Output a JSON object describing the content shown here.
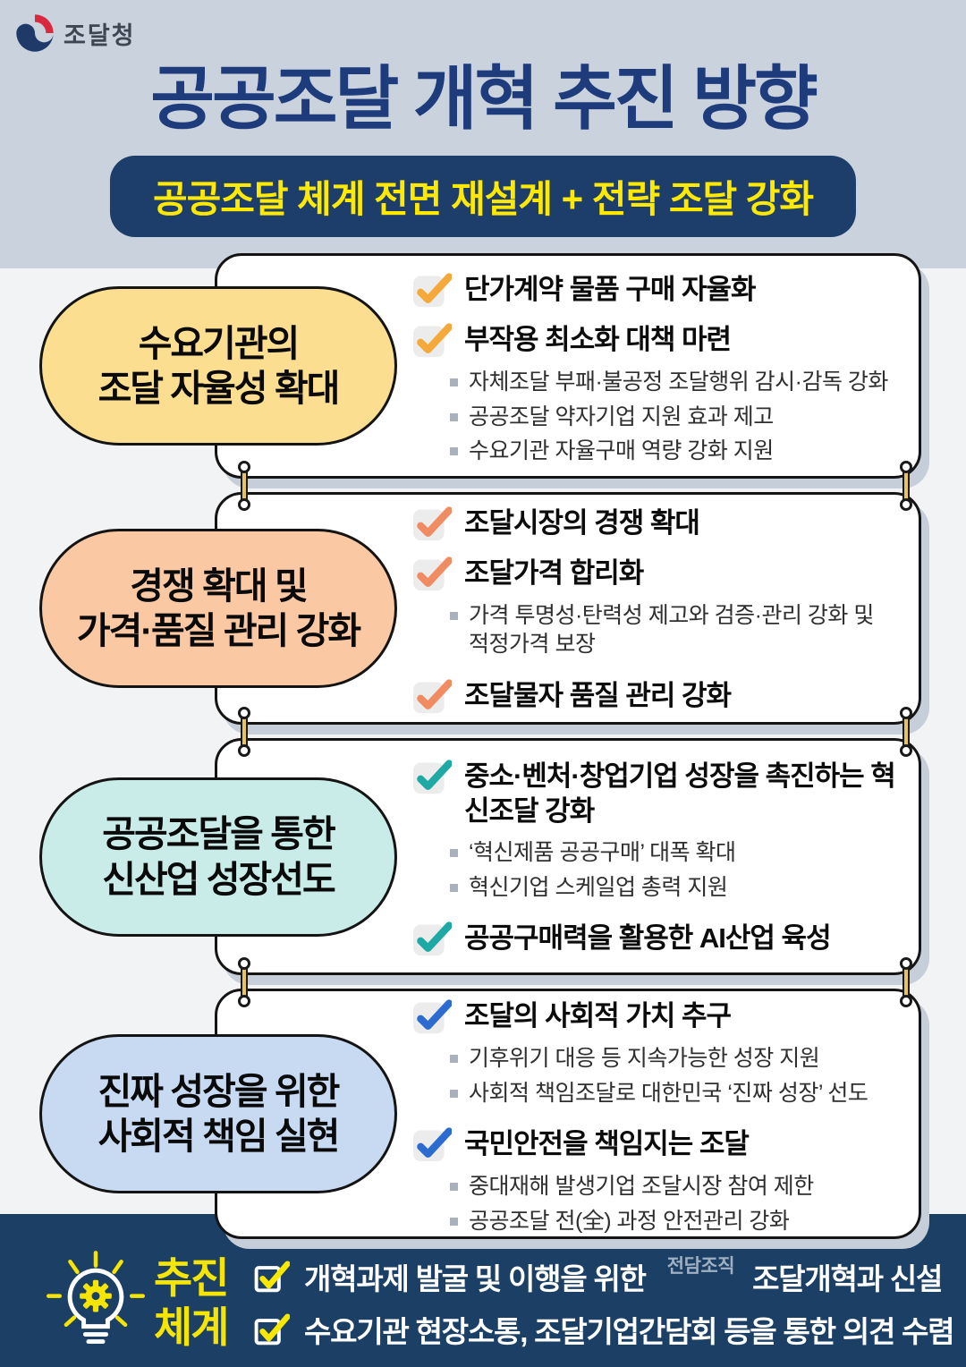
{
  "header": {
    "logo_text": "조달청",
    "title": "공공조달 개혁 추진 방향",
    "badge": "공공조달 체계 전면 재설계 + 전략 조달 강화"
  },
  "sections": [
    {
      "id": "autonomy",
      "label_lines": [
        "수요기관의",
        "조달 자율성 확대"
      ],
      "pill_color": "#FBDE8F",
      "check_color": "#F5A93B",
      "items": [
        {
          "type": "check",
          "text": "단가계약 물품 구매 자율화"
        },
        {
          "type": "check",
          "text": "부작용 최소화 대책 마련"
        },
        {
          "type": "bullet",
          "text": "자체조달 부패·불공정 조달행위 감시·감독 강화"
        },
        {
          "type": "bullet",
          "text": "공공조달 약자기업 지원 효과 제고"
        },
        {
          "type": "bullet",
          "text": "수요기관 자율구매 역량 강화 지원"
        }
      ]
    },
    {
      "id": "competition",
      "label_lines": [
        "경쟁 확대 및",
        "가격·품질 관리 강화"
      ],
      "pill_color": "#FAC9A4",
      "check_color": "#F08B62",
      "items": [
        {
          "type": "check",
          "text": "조달시장의 경쟁 확대"
        },
        {
          "type": "check",
          "text": "조달가격 합리화"
        },
        {
          "type": "bullet",
          "text": "가격 투명성·탄력성 제고와 검증·관리 강화 및 적정가격 보장"
        },
        {
          "type": "check",
          "text": "조달물자 품질 관리 강화"
        }
      ]
    },
    {
      "id": "new-industry",
      "label_lines": [
        "공공조달을 통한",
        "신산업 성장선도"
      ],
      "pill_color": "#C9ECE9",
      "check_color": "#1FA9A4",
      "items": [
        {
          "type": "check",
          "text": "중소·벤처·창업기업 성장을 촉진하는 혁신조달 강화"
        },
        {
          "type": "bullet",
          "text": "‘혁신제품 공공구매’ 대폭 확대"
        },
        {
          "type": "bullet",
          "text": "혁신기업 스케일업 총력 지원"
        },
        {
          "type": "check",
          "text": "공공구매력을 활용한 AI산업 육성"
        }
      ]
    },
    {
      "id": "social-responsibility",
      "label_lines": [
        "진짜 성장을 위한",
        "사회적 책임 실현"
      ],
      "pill_color": "#C8D9F2",
      "check_color": "#2C6CD1",
      "items": [
        {
          "type": "check",
          "text": "조달의 사회적 가치 추구"
        },
        {
          "type": "bullet",
          "text": "기후위기 대응 등 지속가능한 성장 지원"
        },
        {
          "type": "bullet",
          "text": "사회적 책임조달로 대한민국 ‘진짜 성장’ 선도"
        },
        {
          "type": "check",
          "text": "국민안전을 책임지는 조달"
        },
        {
          "type": "bullet",
          "text": "중대재해 발생기업 조달시장 참여 제한"
        },
        {
          "type": "bullet",
          "text": "공공조달 전(全) 과정 안전관리 강화"
        }
      ]
    }
  ],
  "footer": {
    "label_lines": [
      "추진",
      "체계"
    ],
    "rows": [
      {
        "text_before": "개혁과제 발굴 및 이행을 위한",
        "tag": "전담조직",
        "text_after": "조달개혁과 신설"
      },
      {
        "text_before": "수요기관 현장소통, 조달기업간담회 등을 통한 의견 수렴",
        "tag": "",
        "text_after": ""
      }
    ]
  },
  "colors": {
    "header_bg": "#C9D2DD",
    "body_bg": "#F2F3F4",
    "title_navy": "#1E3C7C",
    "badge_bg_navy": "#1D3E6B",
    "badge_text_yellow": "#FFE900",
    "footer_bg_navy": "#1C3F66",
    "footer_yellow": "#F6E500",
    "card_shadow": "#C5CED9",
    "bullet_gray": "#A9B1BC",
    "logo_red": "#D8293E",
    "logo_navy": "#1F3A68"
  }
}
